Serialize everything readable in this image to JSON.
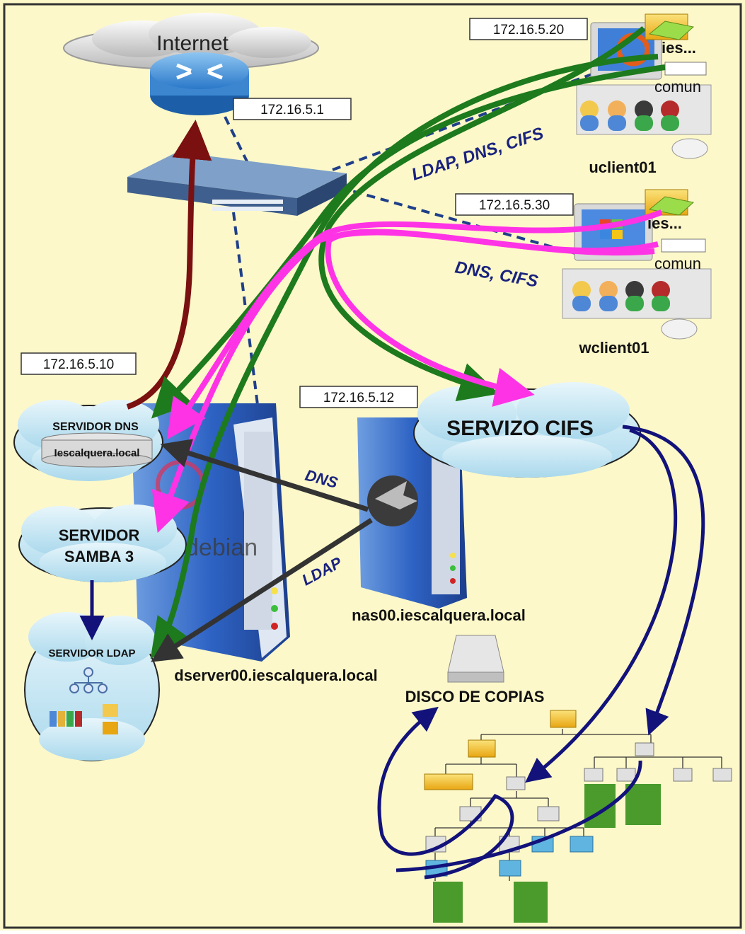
{
  "internet": {
    "label": "Internet"
  },
  "router": {
    "ip": "172.16.5.1"
  },
  "ubuntu_client": {
    "ip": "172.16.5.20",
    "hostname": "uclient01",
    "share_1": "ies...",
    "share_2": "comun",
    "protocols": "LDAP, DNS, CIFS"
  },
  "windows_client": {
    "ip": "172.16.5.30",
    "hostname": "wclient01",
    "share_1": "ies...",
    "share_2": "comun",
    "protocols": "DNS, CIFS"
  },
  "dserver": {
    "ip": "172.16.5.10",
    "hostname": "dserver00.iescalquera.local",
    "dns_service": "SERVIDOR DNS",
    "dns_zone": "Iescalquera.local",
    "samba_line1": "SERVIDOR",
    "samba_line2": "SAMBA 3",
    "ldap_service": "SERVIDOR LDAP",
    "os_watermark": "debian"
  },
  "nas": {
    "ip": "172.16.5.12",
    "hostname": "nas00.iescalquera.local",
    "dns_link": "DNS",
    "ldap_link": "LDAP"
  },
  "cifs": {
    "label": "SERVIZO CIFS"
  },
  "backup": {
    "label": "DISCO DE COPIAS"
  },
  "colors": {
    "background": "#fdf8c9",
    "ldap_dns_cifs_link": "#1d7a1d",
    "dns_cifs_link": "#ff33e6",
    "internet_link": "#7a1010",
    "backup_link": "#12127a",
    "nas_link": "#333333",
    "network_cable": "#1f3f8a"
  }
}
